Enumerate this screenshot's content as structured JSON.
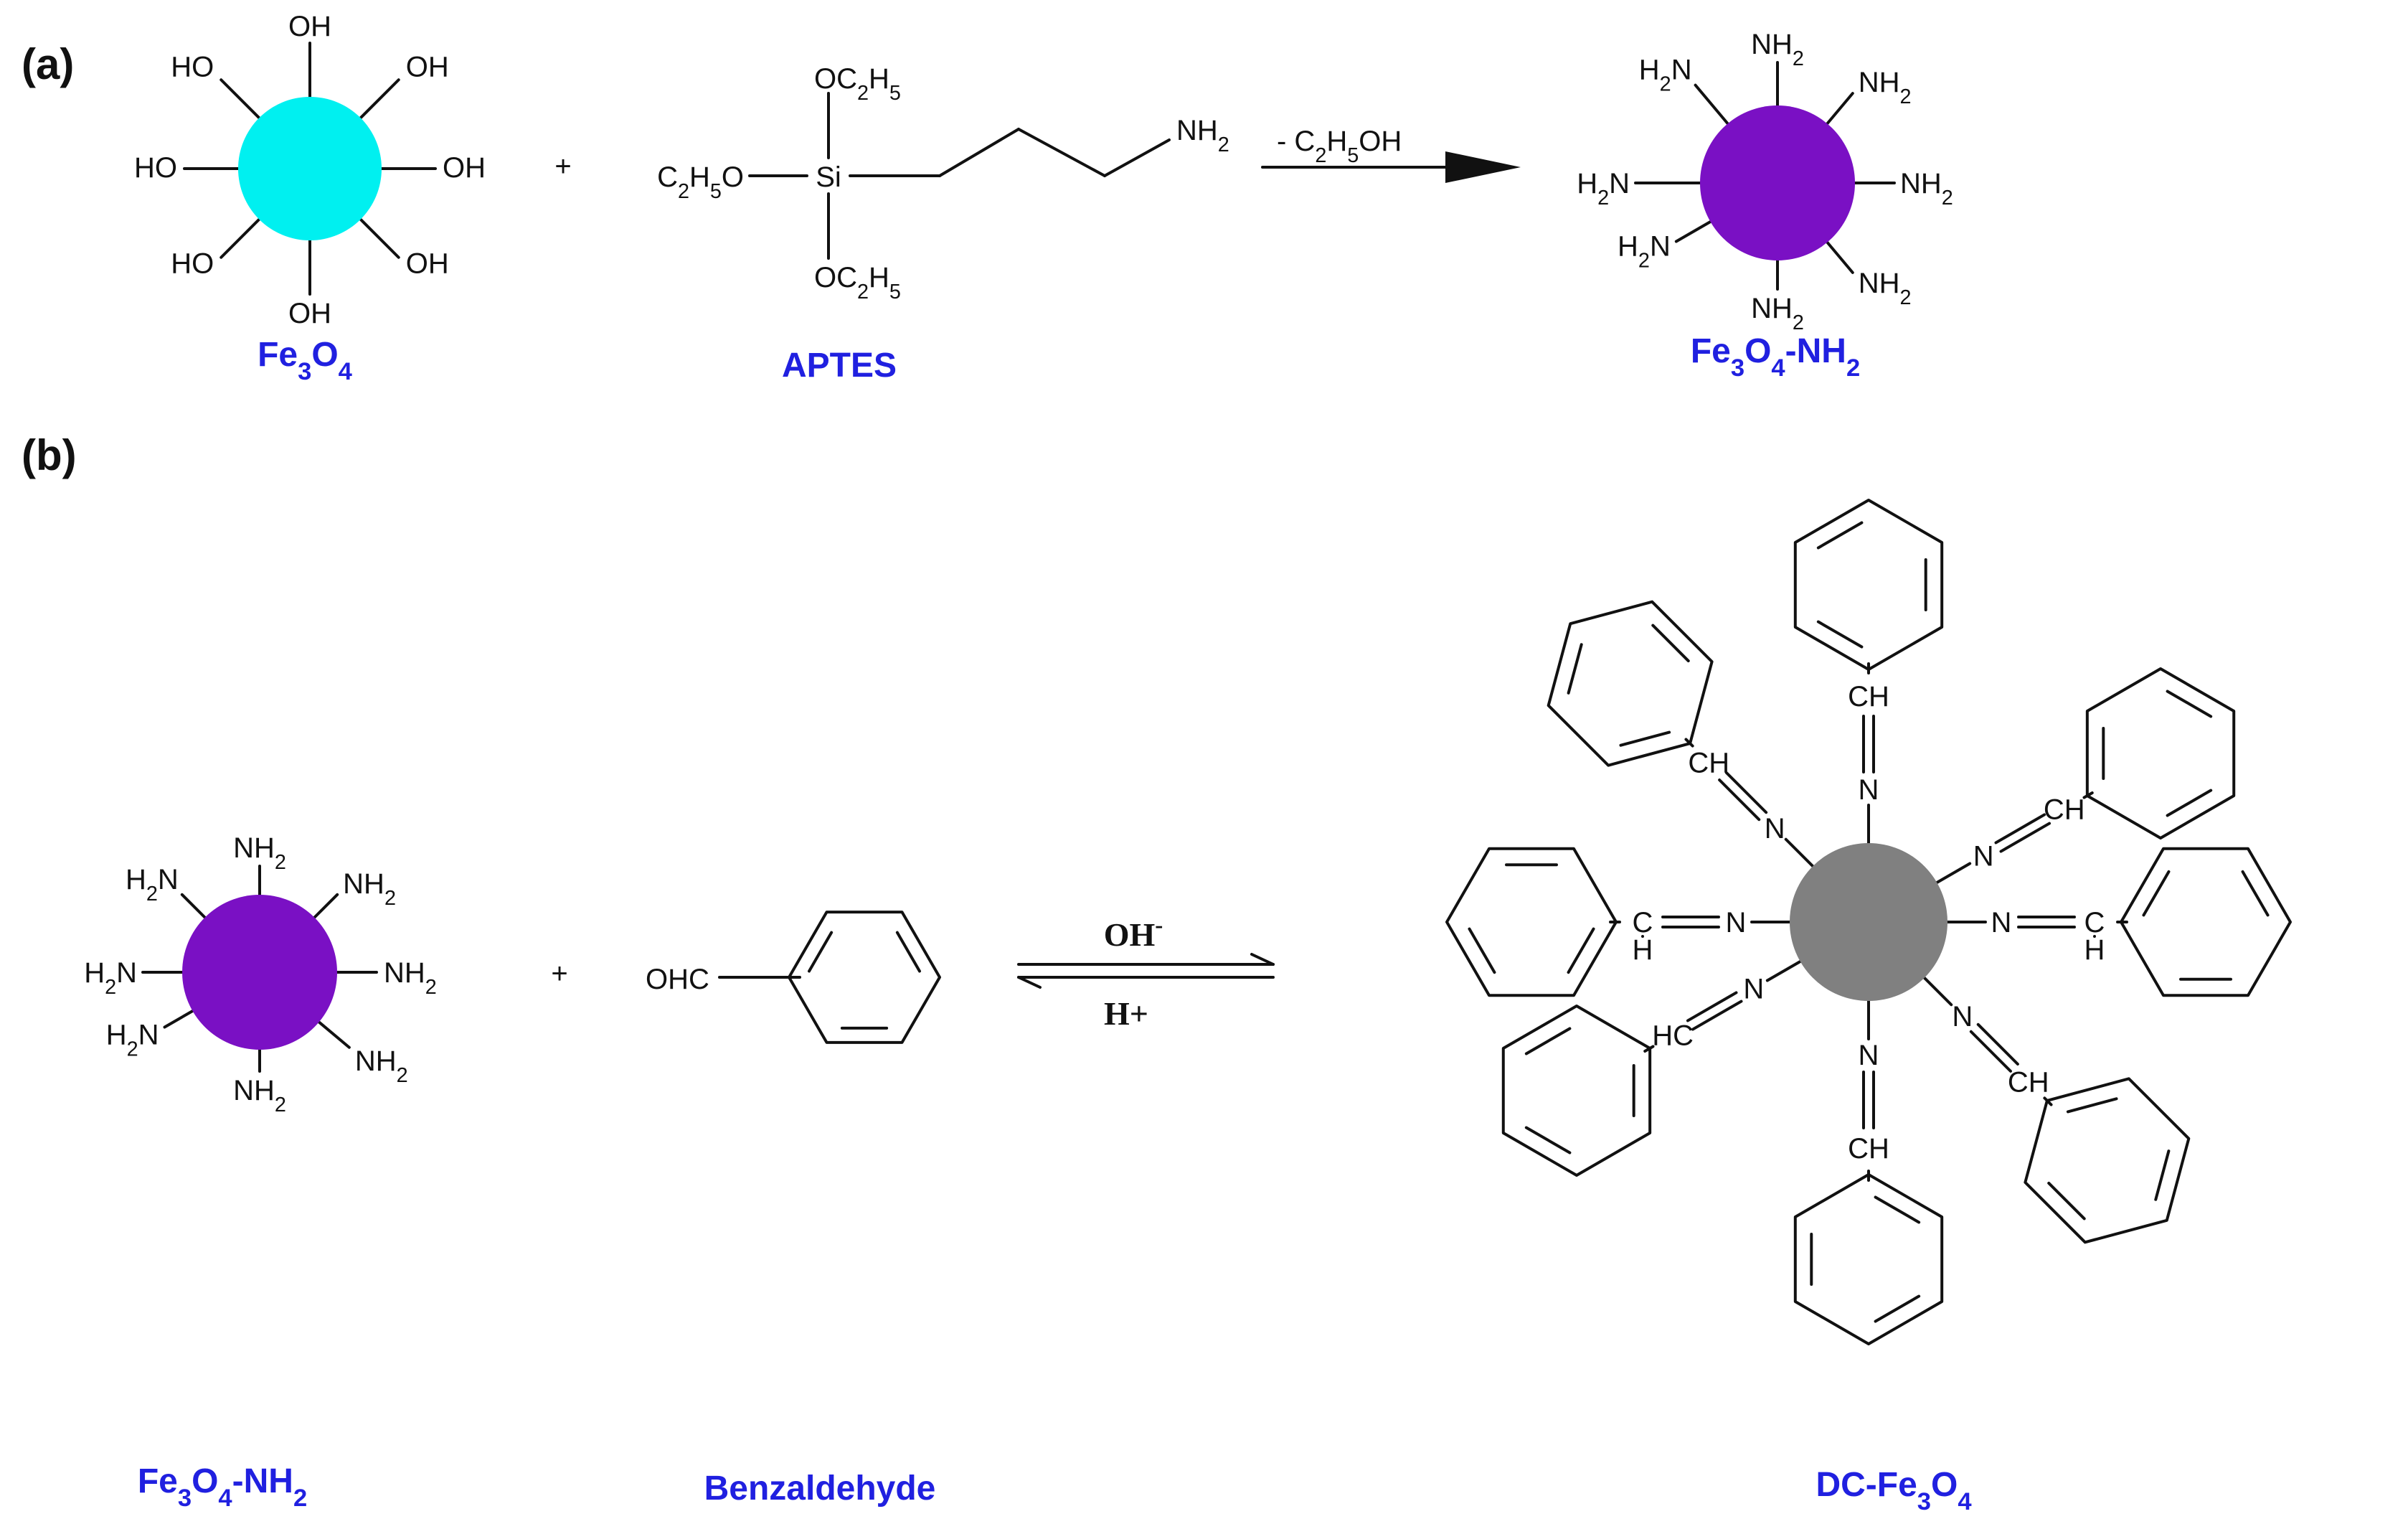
{
  "colors": {
    "fe3o4": "#00f0f0",
    "amine": "#7a10c4",
    "product": "#808080",
    "caption": "#2020e0",
    "plus": "#c23030"
  },
  "panels": {
    "a": "(a)",
    "b": "(b)"
  },
  "captions": {
    "fe3o4": [
      "Fe",
      "3",
      "O",
      "4",
      ""
    ],
    "aptes": [
      "APTES"
    ],
    "fe3o4_nh2": [
      "Fe",
      "3",
      "O",
      "4",
      "-NH",
      "2"
    ],
    "fe3o4_nh2_b": [
      "Fe",
      "3",
      "O",
      "4",
      "-NH",
      "2"
    ],
    "benzaldehyde": [
      "Benzaldehyde"
    ],
    "dc_fe3o4": [
      "DC-Fe",
      "3",
      "O",
      "4"
    ]
  },
  "labels": {
    "oh": "OH",
    "ho": "HO",
    "oc2h5": [
      "OC",
      "2",
      "H",
      "5"
    ],
    "c2h5o": [
      "C",
      "2",
      "H",
      "5",
      "O"
    ],
    "si": "Si",
    "nh2": [
      "NH",
      "2"
    ],
    "h2n": [
      "H",
      "2",
      "N"
    ],
    "plus": "+",
    "ohc": "OHC",
    "ch": "CH",
    "hc": "HC",
    "c": "C",
    "h": "H",
    "n": "N"
  },
  "arrows": {
    "a_label": [
      "- C",
      "2",
      "H",
      "5",
      "OH"
    ],
    "b_top": [
      "OH",
      "-"
    ],
    "b_bottom": "H+"
  }
}
